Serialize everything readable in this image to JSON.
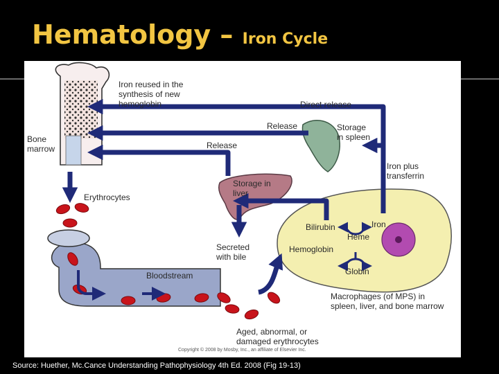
{
  "slide": {
    "title_main": "Hematology – ",
    "title_sub": "Iron Cycle",
    "source": "Source: Huether, Mc.Cance Understanding Pathophysiology 4th Ed. 2008 (Fig 19-13)"
  },
  "diagram": {
    "labels": {
      "iron_reused": "Iron reused in the\nsynthesis of new\nhemoglobin",
      "bone_marrow": "Bone\nmarrow",
      "direct_release": "Direct release",
      "release_upper": "Release",
      "storage_spleen": "Storage\nin spleen",
      "release_lower": "Release",
      "iron_transferrin": "Iron plus\ntransferrin",
      "storage_liver": "Storage in\nliver",
      "erythrocytes": "Erythrocytes",
      "bilirubin": "Bilirubin",
      "iron": "Iron",
      "heme": "Heme",
      "hemoglobin": "Hemoglobin",
      "globin": "Globin",
      "secreted_bile": "Secreted\nwith bile",
      "bloodstream": "Bloodstream",
      "macrophages": "Macrophages (of MPS) in\nspleen, liver, and bone marrow",
      "aged_cells": "Aged, abnormal, or\ndamaged erythrocytes"
    },
    "copyright": "Copyright © 2008 by Mosby, Inc., an affiliate of Elsevier Inc.",
    "colors": {
      "arrow": "#1f2a78",
      "rbc": "#c8141b",
      "macrophage": "#f4efb0",
      "liver": "#b57a86",
      "spleen": "#8fb39a",
      "vessel": "#9aa6c9"
    }
  }
}
